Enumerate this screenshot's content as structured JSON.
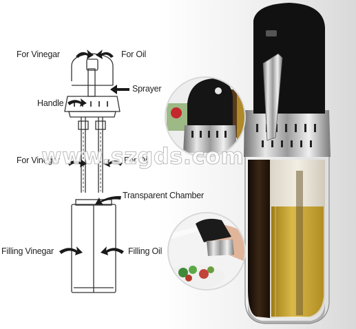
{
  "labels": {
    "for_vinegar_top": "For Vinegar",
    "for_oil_top": "For Oil",
    "sprayer": "Sprayer",
    "handle": "Handle",
    "for_vinegar_mid": "For Vinegar",
    "for_oil_mid": "For Oil",
    "transparent_chamber": "Transparent Chamber",
    "filling_vinegar": "Filling Vinegar",
    "filling_oil": "Filling Oil"
  },
  "watermark": "www.szgds.com",
  "colors": {
    "background": "#ffffff",
    "backdrop_gray": "#dcdcdc",
    "bottle_black": "#111111",
    "chrome": "#b8b8b8",
    "vinegar": "#2a1c12",
    "oil": "#c8a62c",
    "line_art": "#333333"
  }
}
